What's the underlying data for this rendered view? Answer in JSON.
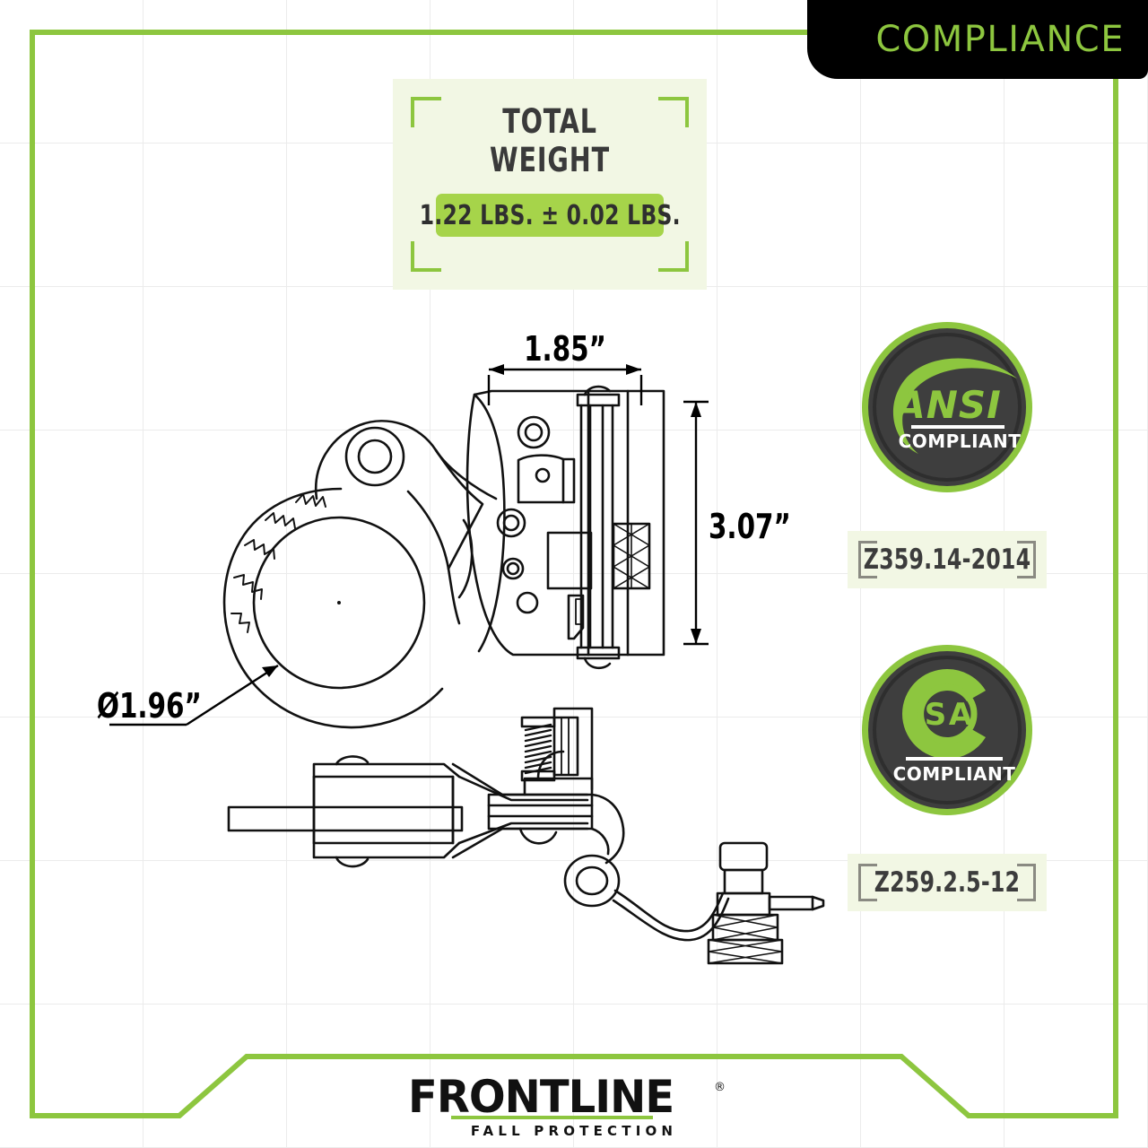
{
  "banner": {
    "title": "COMPLIANCE"
  },
  "weight": {
    "title_line1": "TOTAL",
    "title_line2": "WEIGHT",
    "value": "1.22 LBS. ± 0.02 LBS."
  },
  "dimensions": {
    "width": "1.85”",
    "height": "3.07”",
    "diameter": "Ø1.96”"
  },
  "badges": [
    {
      "id": "ansi",
      "mark": "ANSI",
      "subtitle": "COMPLIANT",
      "standard": "Z359.14-2014"
    },
    {
      "id": "csa",
      "mark": "CSA",
      "subtitle": "COMPLIANT",
      "standard": "Z259.2.5-12"
    }
  ],
  "logo": {
    "wordmark": "FRONTLINE",
    "registered": "®",
    "tagline": "FALL PROTECTION"
  },
  "colors": {
    "green": "#8DC63F",
    "green_pill": "#A6D44A",
    "pale_green": "#F2F7E4",
    "dark": "#3A3A3A",
    "badge_body": "#3E3E3E",
    "black": "#000000"
  }
}
